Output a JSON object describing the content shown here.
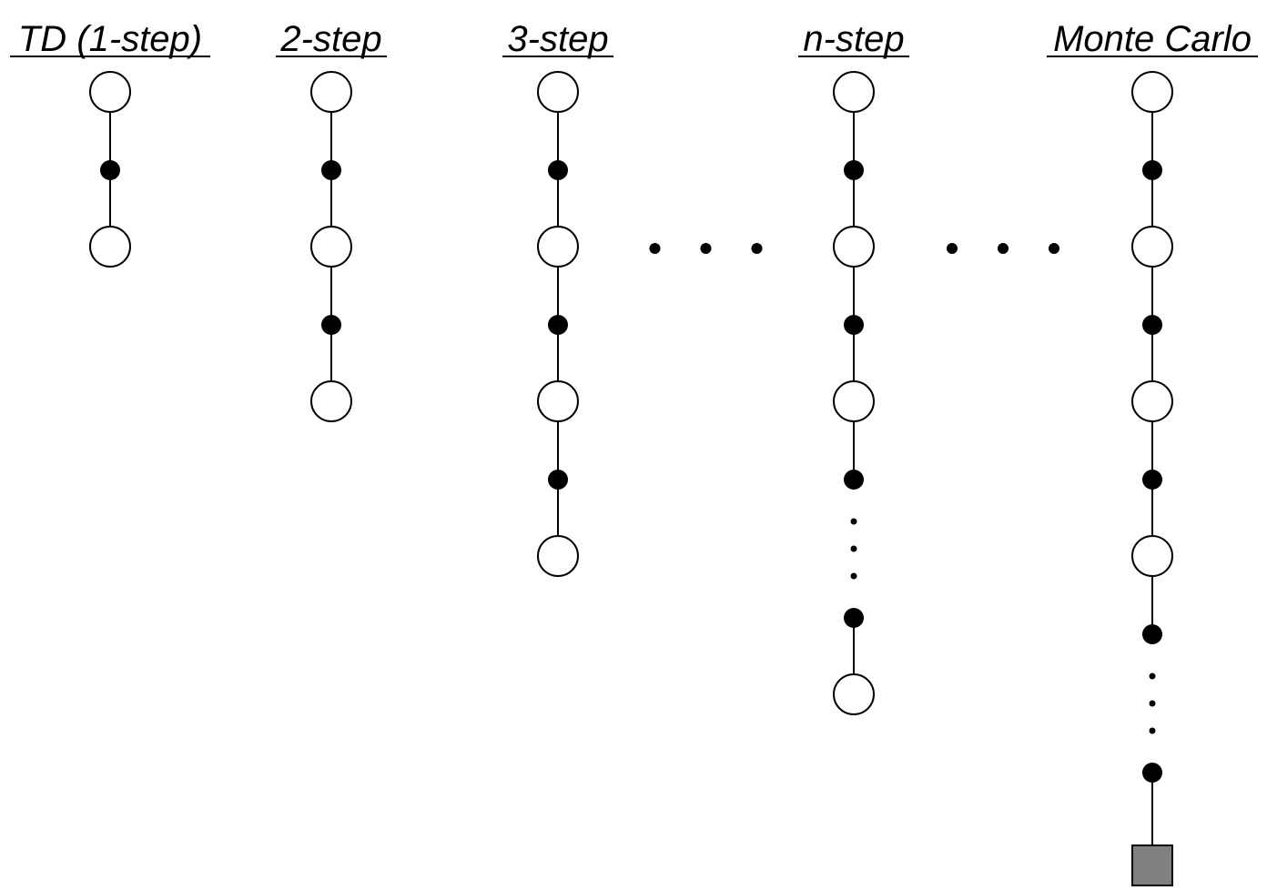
{
  "colors": {
    "background": "#ffffff",
    "line": "#000000",
    "state_fill": "#ffffff",
    "action_fill": "#000000",
    "terminal_fill": "#808080"
  },
  "columns": [
    {
      "id": "td-1-step",
      "title": "TD (1-step)",
      "nodes": [
        "state",
        "action",
        "state"
      ]
    },
    {
      "id": "2-step",
      "title": "2-step",
      "nodes": [
        "state",
        "action",
        "state",
        "action",
        "state"
      ]
    },
    {
      "id": "3-step",
      "title": "3-step",
      "nodes": [
        "state",
        "action",
        "state",
        "action",
        "state",
        "action",
        "state"
      ]
    },
    {
      "id": "n-step",
      "title": "n-step",
      "title_prefix_italic": "n",
      "nodes": [
        "state",
        "action",
        "state",
        "action",
        "state",
        "action",
        "ellipsis",
        "action",
        "state"
      ]
    },
    {
      "id": "monte-carlo",
      "title": "Monte Carlo",
      "nodes": [
        "state",
        "action",
        "state",
        "action",
        "state",
        "action",
        "state",
        "action",
        "ellipsis",
        "action",
        "terminal"
      ]
    }
  ],
  "between_column_ellipses": [
    {
      "between": [
        "3-step",
        "n-step"
      ],
      "symbol": "horizontal-ellipsis"
    },
    {
      "between": [
        "n-step",
        "monte-carlo"
      ],
      "symbol": "horizontal-ellipsis"
    }
  ]
}
